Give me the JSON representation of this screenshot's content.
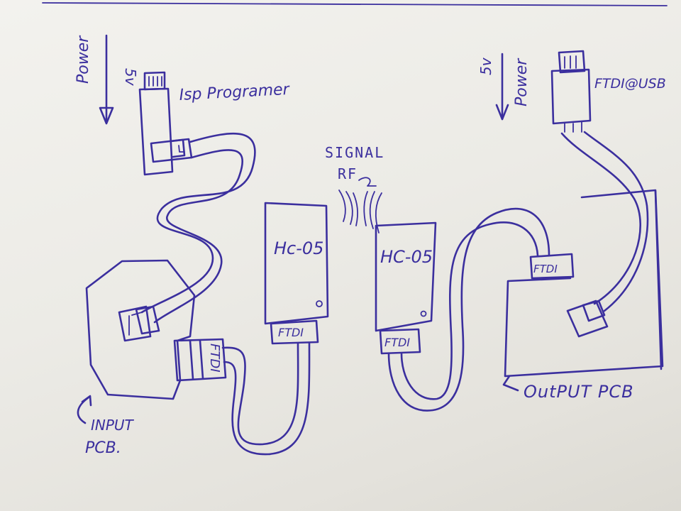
{
  "labels": {
    "power_left": "Power",
    "volts_left": "5v",
    "isp_programmer": "Isp Programer",
    "signal": "SIGNAL",
    "rf": "RF",
    "hc05_left": "Hc-05",
    "hc05_right": "HC-05",
    "ftdi_left_module": "FTDI",
    "ftdi_right_module": "FTDI",
    "ftdi_input_pcb": "FTDI",
    "ftdi_output_pcb": "FTDI",
    "volts_right": "5v",
    "power_right": "Power",
    "ftdi_usb": "FTDI@USB",
    "input_pcb_line1": "INPUT",
    "input_pcb_line2": "PCB.",
    "output_pcb": "OutPUT PCB"
  },
  "colors": {
    "ink": "#3b2f9e",
    "paper": "#efeee9"
  }
}
